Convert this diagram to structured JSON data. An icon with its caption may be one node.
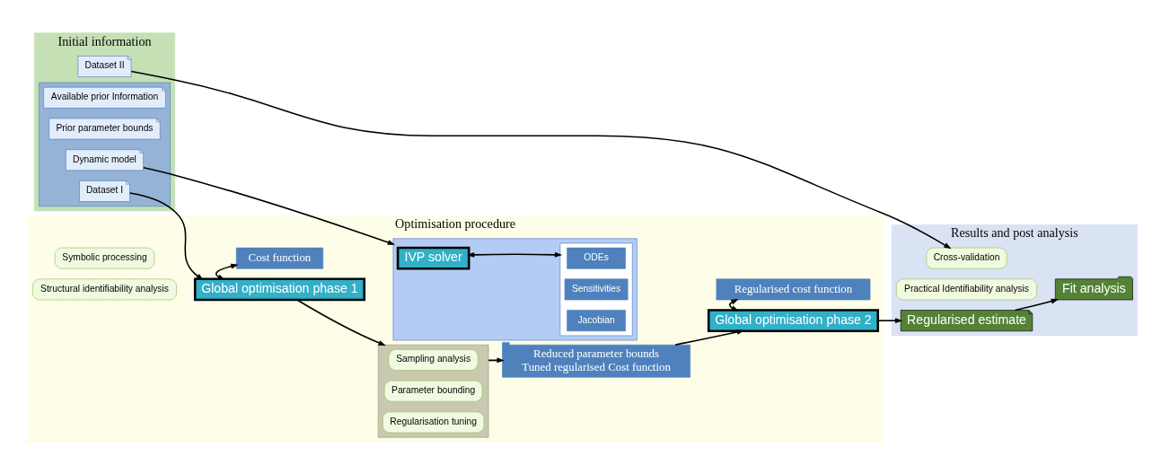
{
  "diagram": {
    "nodes": [
      {
        "text": [
          "Initial information"
        ]
      },
      {
        "text": [
          "Dataset II"
        ],
        "in": 0
      },
      {
        "text": [],
        "shape": "box",
        "in": 0
      },
      {
        "text": [
          "Dataset I"
        ],
        "in": 2
      },
      {
        "text": [
          "Available prior Information"
        ],
        "in": 2
      },
      {
        "text": [
          "Prior parameter bounds"
        ],
        "in": 2
      },
      {
        "text": [
          "Dynamic model"
        ],
        "in": 2
      },
      {
        "text": [
          "Optimisation procedure"
        ]
      },
      {
        "text": [
          "Structural identifiability analysis"
        ],
        "in": 7
      },
      {
        "text": [
          "Global optimisation phase 1"
        ],
        "in": 7
      },
      {
        "text": [],
        "shape": "box",
        "in": 7
      },
      {
        "text": [
          "Sampling analysis"
        ],
        "in": 10
      },
      {
        "text": [
          "Parameter bounding"
        ],
        "in": 10
      },
      {
        "text": [
          "Regularisation tuning"
        ],
        "in": 10
      },
      {
        "text": [
          "Reduced parameter bounds",
          "Tuned regularised Cost function"
        ],
        "in": 7
      },
      {
        "text": [
          "Global optimisation phase 2"
        ],
        "in": 7
      },
      {
        "text": [
          "Symbolic processing"
        ],
        "in": 7
      },
      {
        "text": [
          "Cost function"
        ],
        "in": 7
      },
      {
        "text": [],
        "shape": "box",
        "in": 7
      },
      {
        "text": [
          "IVP solver"
        ],
        "in": 18
      },
      {
        "text": [],
        "shape": "box",
        "in": 18
      },
      {
        "text": [
          "ODEs"
        ],
        "in": 20
      },
      {
        "text": [
          "Sensitivities"
        ],
        "in": 20
      },
      {
        "text": [
          "Jacobian"
        ],
        "in": 20
      },
      {
        "text": [
          "Regularised cost function"
        ],
        "in": 7
      },
      {
        "text": [
          "Results and post analysis"
        ]
      },
      {
        "text": [
          "Regularised estimate"
        ],
        "in": 25
      },
      {
        "text": [
          "Practical Identifiability analysis"
        ],
        "in": 25
      },
      {
        "text": [
          "Cross-validation"
        ],
        "in": 25
      },
      {
        "text": [
          "Fit analysis"
        ],
        "in": 25
      }
    ],
    "edges": [
      {
        "from": 1,
        "to": 28,
        "arrow": "to"
      },
      {
        "from": 3,
        "to": 9,
        "arrow": "to"
      },
      {
        "from": 9,
        "to": 10,
        "arrow": "to"
      },
      {
        "from": 10,
        "to": 14,
        "arrow": "to"
      },
      {
        "from": 14,
        "to": 15,
        "arrow": "to"
      },
      {
        "from": 15,
        "to": 26,
        "arrow": "to"
      },
      {
        "from": 9,
        "to": 17,
        "arrow": "both"
      },
      {
        "from": 15,
        "to": 24,
        "arrow": "both"
      },
      {
        "from": 19,
        "to": 20,
        "arrow": "both"
      },
      {
        "from": 6,
        "to": 18,
        "arrow": "to"
      },
      {
        "from": 26,
        "to": 29,
        "arrow": "to"
      }
    ]
  }
}
